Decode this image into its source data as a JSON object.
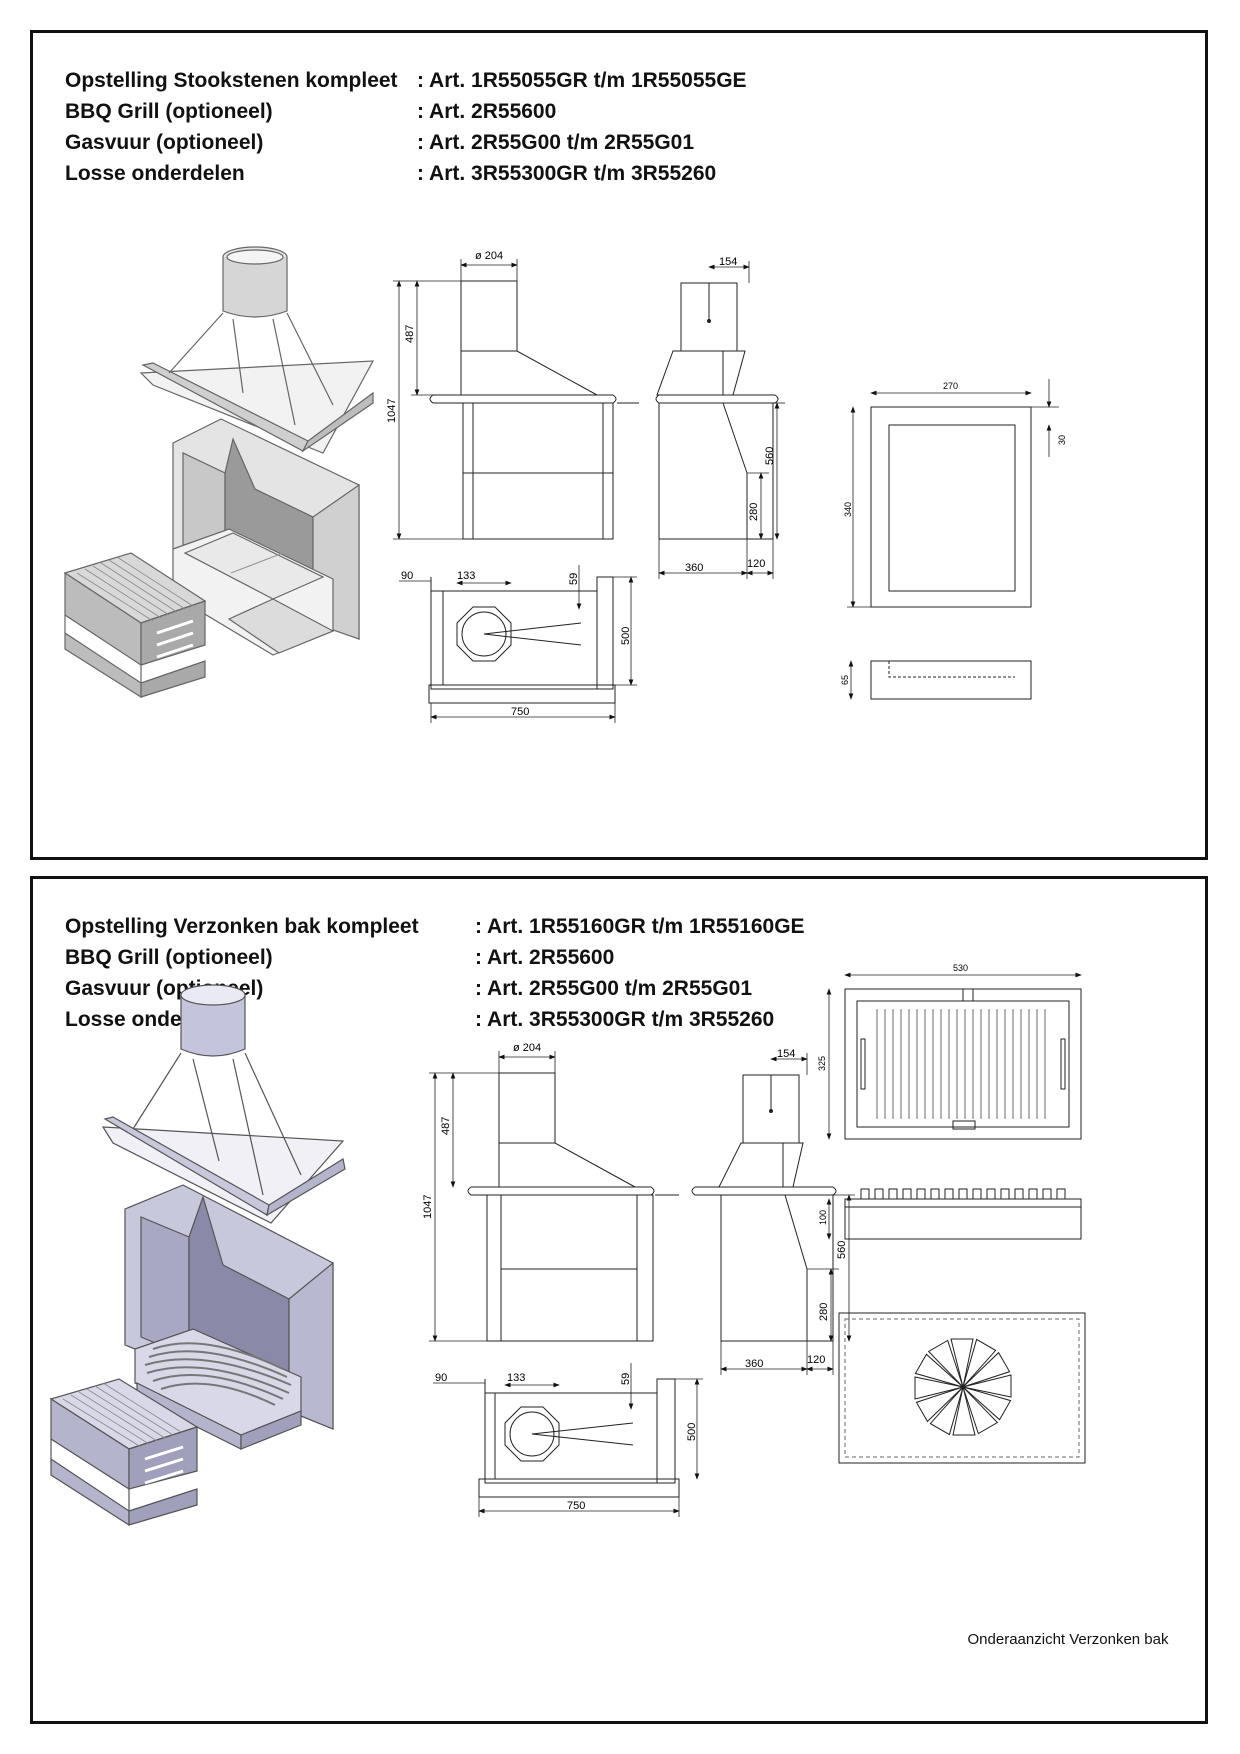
{
  "panel1": {
    "rows": [
      {
        "label": "Opstelling Stookstenen kompleet",
        "value": ": Art. 1R55055GR t/m 1R55055GE"
      },
      {
        "label": "BBQ Grill (optioneel)",
        "value": ": Art. 2R55600"
      },
      {
        "label": "Gasvuur (optioneel)",
        "value": ": Art. 2R55G00 t/m 2R55G01"
      },
      {
        "label": "Losse onderdelen",
        "value": ": Art. 3R55300GR t/m 3R55260"
      }
    ],
    "dims": {
      "d204": "ø 204",
      "d154": "154",
      "d487": "487",
      "d1047": "1047",
      "d560": "560",
      "d280": "280",
      "d360": "360",
      "d120": "120",
      "d90": "90",
      "d133": "133",
      "d59": "59",
      "d500": "500",
      "d750": "750",
      "d270": "270",
      "d30": "30",
      "d340": "340",
      "d65": "65"
    }
  },
  "panel2": {
    "rows": [
      {
        "label": "Opstelling Verzonken bak kompleet",
        "value": ": Art. 1R55160GR t/m 1R55160GE"
      },
      {
        "label": "BBQ Grill (optioneel)",
        "value": ": Art. 2R55600"
      },
      {
        "label": "Gasvuur (optioneel)",
        "value": ": Art. 2R55G00 t/m 2R55G01"
      },
      {
        "label": "Losse onderdelen",
        "value": ": Art. 3R55300GR t/m 3R55260"
      }
    ],
    "dims": {
      "d204": "ø 204",
      "d154": "154",
      "d487": "487",
      "d1047": "1047",
      "d560": "560",
      "d280": "280",
      "d360": "360",
      "d120": "120",
      "d90": "90",
      "d133": "133",
      "d59": "59",
      "d500": "500",
      "d750": "750",
      "d530": "530",
      "d325": "325",
      "d100": "100"
    },
    "caption": "Onderaanzicht Verzonken bak"
  }
}
